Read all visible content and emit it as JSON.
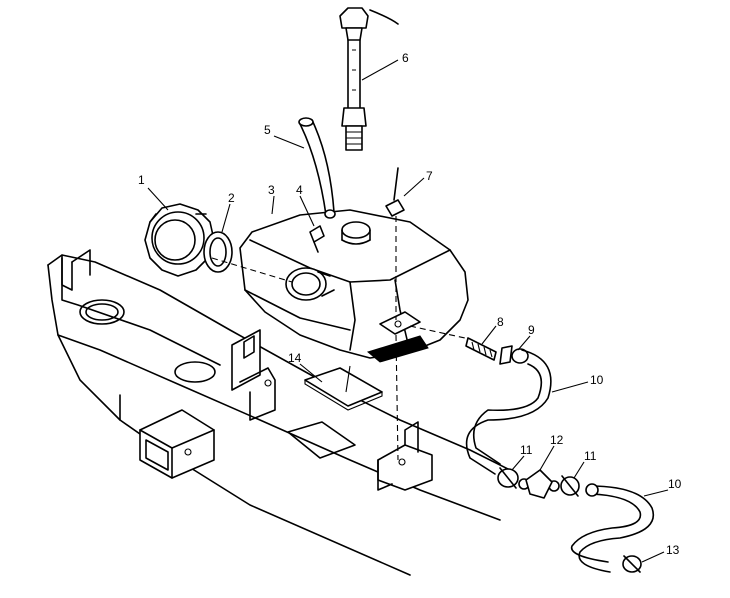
{
  "callouts": {
    "c1": "1",
    "c2": "2",
    "c3": "3",
    "c4": "4",
    "c5": "5",
    "c6": "6",
    "c7": "7",
    "c8": "8",
    "c9": "9",
    "c10a": "10",
    "c10b": "10",
    "c11a": "11",
    "c11b": "11",
    "c12": "12",
    "c13": "13",
    "c14": "14"
  },
  "colors": {
    "line": "#000000",
    "background": "#ffffff"
  }
}
